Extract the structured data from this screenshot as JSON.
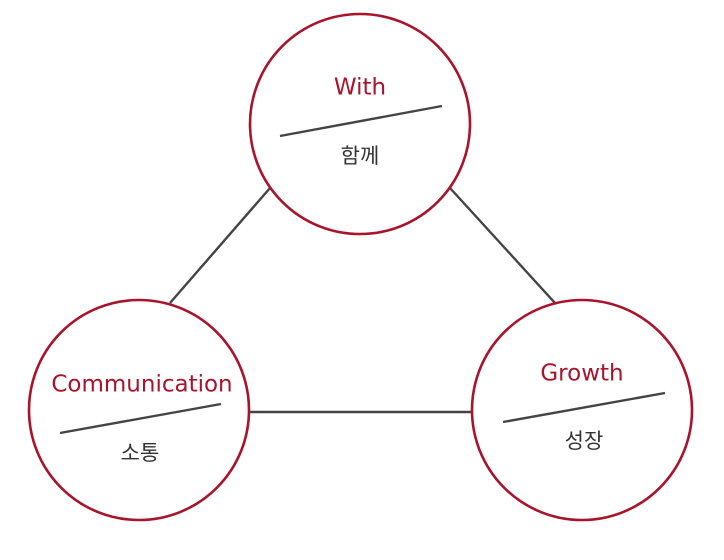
{
  "colors": {
    "circle_stroke": "#a8142c",
    "title_text": "#a8142c",
    "subtitle_text": "#333333",
    "connector": "#444444",
    "divider": "#444444",
    "background": "#ffffff"
  },
  "nodes": [
    {
      "title": "With",
      "subtitle": "함께"
    },
    {
      "title": "Communication",
      "subtitle": "소통"
    },
    {
      "title": "Growth",
      "subtitle": "성장"
    }
  ]
}
